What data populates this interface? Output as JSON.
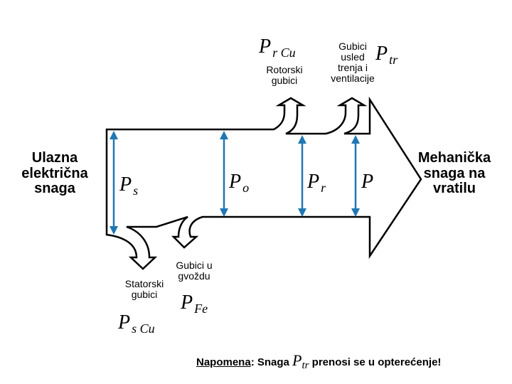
{
  "labels": {
    "input": "Ulazna\nelektrična\nsnaga",
    "output": "Mehanička\nsnaga na\nvratilu",
    "rotor_losses": "Rotorski\ngubici",
    "friction_losses": "Gubici\nusled\ntrenja i\nventilacije",
    "stator_losses": "Statorski\ngubici",
    "iron_losses": "Gubici u\ngvoždu"
  },
  "symbols": {
    "ps": {
      "main": "P",
      "sub": "s"
    },
    "po": {
      "main": "P",
      "sub": "o"
    },
    "pr": {
      "main": "P",
      "sub": "r"
    },
    "p": {
      "main": "P",
      "sub": ""
    },
    "prcu": {
      "main": "P",
      "sub": "r Cu"
    },
    "ptr": {
      "main": "P",
      "sub": "tr"
    },
    "pscu": {
      "main": "P",
      "sub": "s Cu"
    },
    "pfe": {
      "main": "P",
      "sub": "Fe"
    }
  },
  "note": {
    "prefix": "Napomena",
    "middle": ": Snaga ",
    "sym_main": "P",
    "sym_sub": "tr",
    "suffix": " prenosi se u opterećenje!"
  },
  "colors": {
    "arrow_line": "#000000",
    "measure_line": "#1f77b4"
  }
}
